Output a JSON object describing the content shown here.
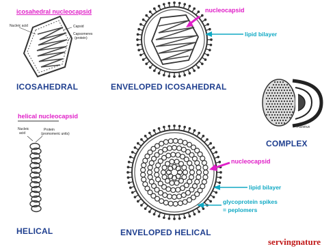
{
  "labels": {
    "icosa_title": "icosahedral nucleocapsid",
    "nucleic_acid": "Nucleic acid",
    "capsid": "Capsid",
    "capsomeres": "Capsomeres",
    "capsomeres_sub": "(protein)",
    "icosahedral": "ICOSAHEDRAL",
    "env_icosahedral": "ENVELOPED ICOSAHEDRAL",
    "nucleocapsid_1": "nucleocapsid",
    "lipid_bilayer_1": "lipid bilayer",
    "helical_title": "helical nucleocapsid",
    "hel_nucleic": "Nucleic",
    "hel_acid": "acid",
    "hel_protein": "Protein",
    "hel_protein_sub": "(promomeric units)",
    "helical": "HELICAL",
    "complex": "COMPLEX",
    "poxvirus": "Poxvirus",
    "nucleocapsid_2": "nucleocapsid",
    "lipid_bilayer_2": "lipid bilayer",
    "spikes_1": "glycoprotein spikes",
    "spikes_2": "= peplomers",
    "env_helical": "ENVELOPED HELICAL",
    "credit": "servingnature"
  },
  "colors": {
    "type_label": "#1f3f8f",
    "magenta": "#e020c8",
    "cyan": "#10a9c4",
    "credit": "#c01818"
  }
}
